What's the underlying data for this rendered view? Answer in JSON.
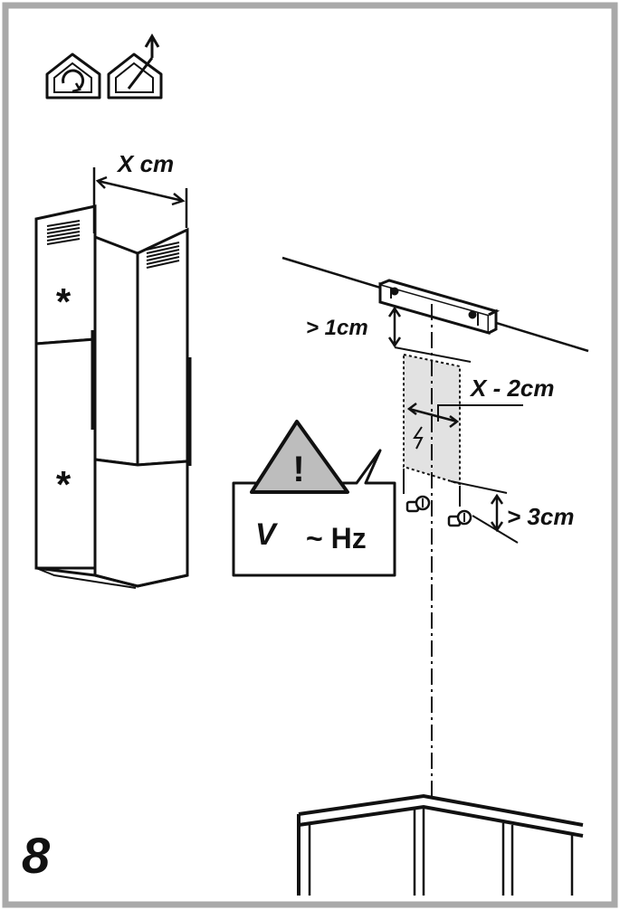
{
  "labels": {
    "duct_width": "X cm",
    "bracket_gap": "> 1cm",
    "socket_width": "X - 2cm",
    "screw_gap": "> 3cm",
    "voltage": "V",
    "frequency": "~ Hz",
    "warning_mark": "!",
    "asterisk": "*",
    "step_number": "8"
  },
  "icons": [
    "recirculation-mode-icon",
    "extraction-mode-icon",
    "warning-triangle-icon",
    "electric-socket-icon"
  ],
  "colors": {
    "stroke": "#111111",
    "frame": "#a9a9a9",
    "shade": "#e2e2e2",
    "warning_fill": "#bdbdbd"
  }
}
